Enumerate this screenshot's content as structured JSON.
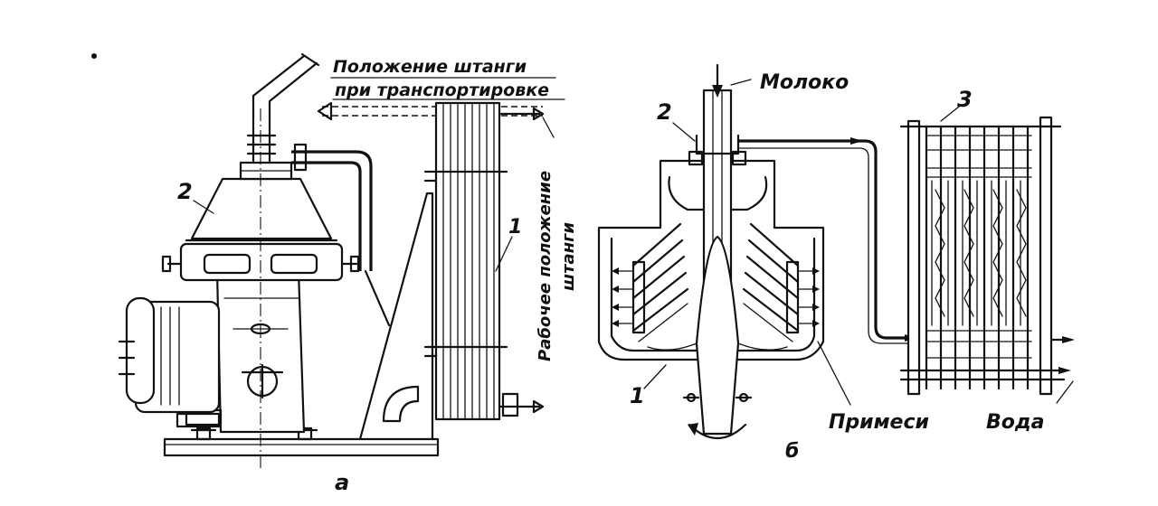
{
  "figure": {
    "subfigure_a": {
      "caption": "а",
      "label_rod_transport": [
        "Положение штанги",
        "при транспортировке"
      ],
      "label_rod_working": [
        "Рабочее положение",
        "штанги"
      ],
      "callout_1": "1",
      "callout_2": "2"
    },
    "subfigure_b": {
      "caption": "б",
      "label_milk": "Молоко",
      "label_impurities": "Примеси",
      "label_water": "Вода",
      "callout_1": "1",
      "callout_2": "2",
      "callout_3": "3"
    }
  }
}
